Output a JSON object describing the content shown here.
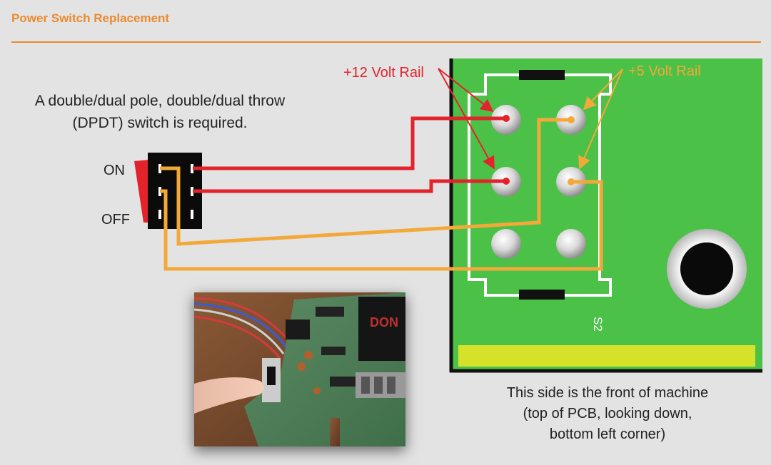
{
  "header": {
    "title": "Power Switch Replacement"
  },
  "requirement_note": {
    "line1": "A double/dual pole, double/dual throw",
    "line2": "(DPDT) switch is required."
  },
  "switch": {
    "on_label": "ON",
    "off_label": "OFF"
  },
  "rails": {
    "plus12_label": "+12 Volt Rail",
    "plus5_label": "+5 Volt Rail"
  },
  "pcb": {
    "silkscreen_label": "S2"
  },
  "front_note": {
    "line1": "This side is the front of machine",
    "line2": "(top of PCB, looking down,",
    "line3": "bottom left corner)"
  },
  "photo": {
    "brand_text": "DON"
  },
  "colors": {
    "accent_orange": "#ec8a2e",
    "wire_red": "#e3232b",
    "wire_orange": "#f3a93a",
    "pcb_green": "#4cc148",
    "edge_yellow": "#d6e22a",
    "background": "#e3e3e3"
  }
}
